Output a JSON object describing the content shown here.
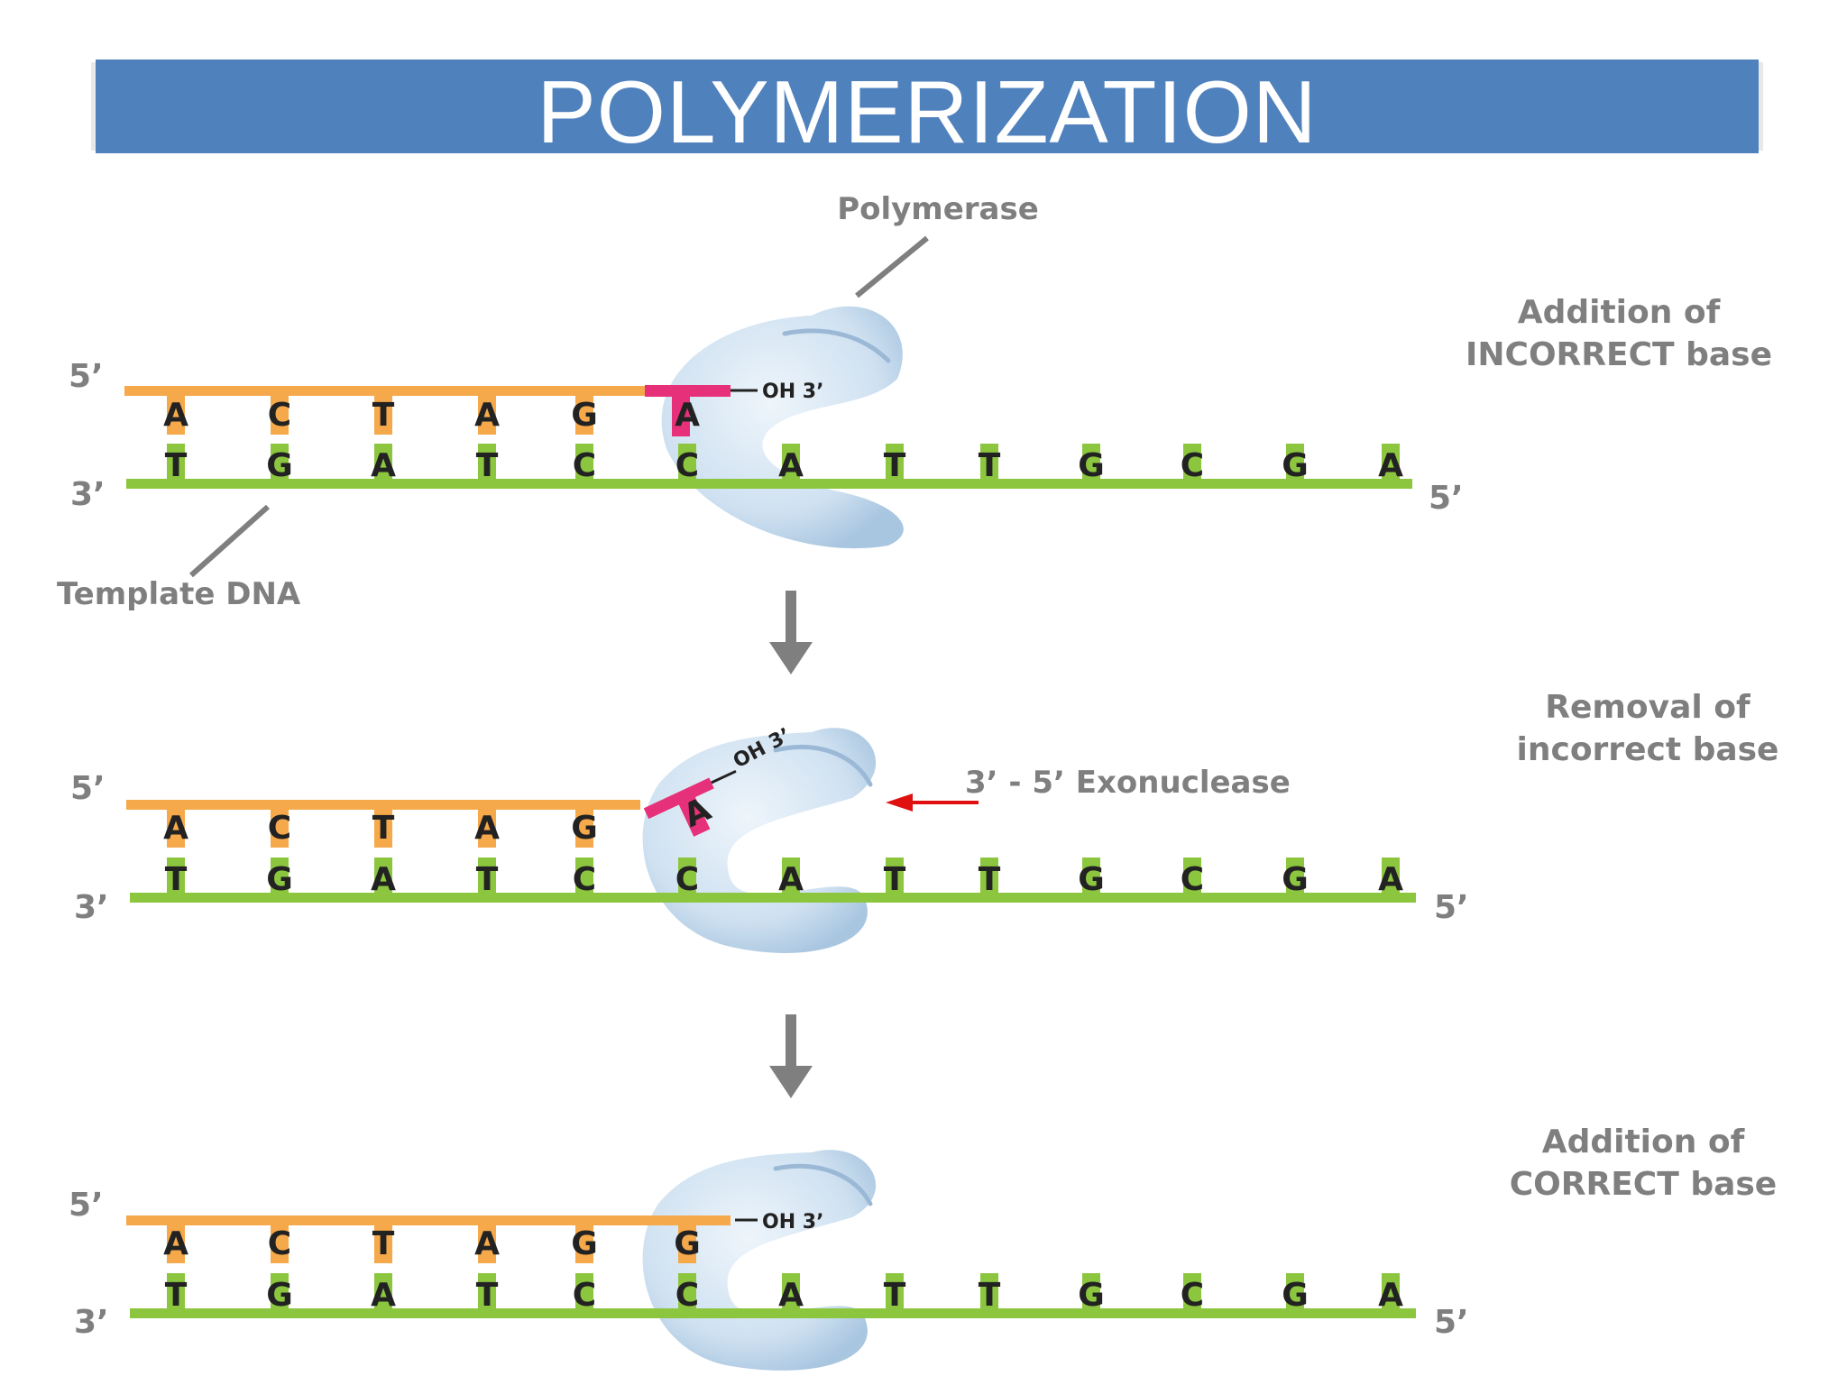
{
  "title": "POLYMERIZATION",
  "labels": {
    "polymerase": "Polymerase",
    "template_dna": "Template DNA",
    "exonuclease": "3’ - 5’ Exonuclease",
    "oh": "OH 3’",
    "five_prime": "5’",
    "three_prime": "3’"
  },
  "panels": [
    {
      "caption_line1": "Addition of",
      "caption_line2": "INCORRECT base",
      "top_strand": [
        "A",
        "C",
        "T",
        "A",
        "G",
        "A"
      ],
      "template_strand": [
        "T",
        "G",
        "A",
        "T",
        "C",
        "C",
        "A",
        "T",
        "T",
        "G",
        "C",
        "G",
        "A"
      ]
    },
    {
      "caption_line1": "Removal of",
      "caption_line2": "incorrect base",
      "top_strand": [
        "A",
        "C",
        "T",
        "A",
        "G",
        "A"
      ],
      "template_strand": [
        "T",
        "G",
        "A",
        "T",
        "C",
        "C",
        "A",
        "T",
        "T",
        "G",
        "C",
        "G",
        "A"
      ]
    },
    {
      "caption_line1": "Addition of",
      "caption_line2": "CORRECT base",
      "top_strand": [
        "A",
        "C",
        "T",
        "A",
        "G",
        "G"
      ],
      "template_strand": [
        "T",
        "G",
        "A",
        "T",
        "C",
        "C",
        "A",
        "T",
        "T",
        "G",
        "C",
        "G",
        "A"
      ]
    }
  ],
  "colors": {
    "title_bar": "#4f81bd",
    "new_strand": "#f6a94a",
    "template_strand": "#8cc63f",
    "incorrect_base": "#e6317a",
    "enzyme": "#c9ddef",
    "arrow": "#7f7f7f",
    "exonuclease_arrow": "#e01010"
  }
}
